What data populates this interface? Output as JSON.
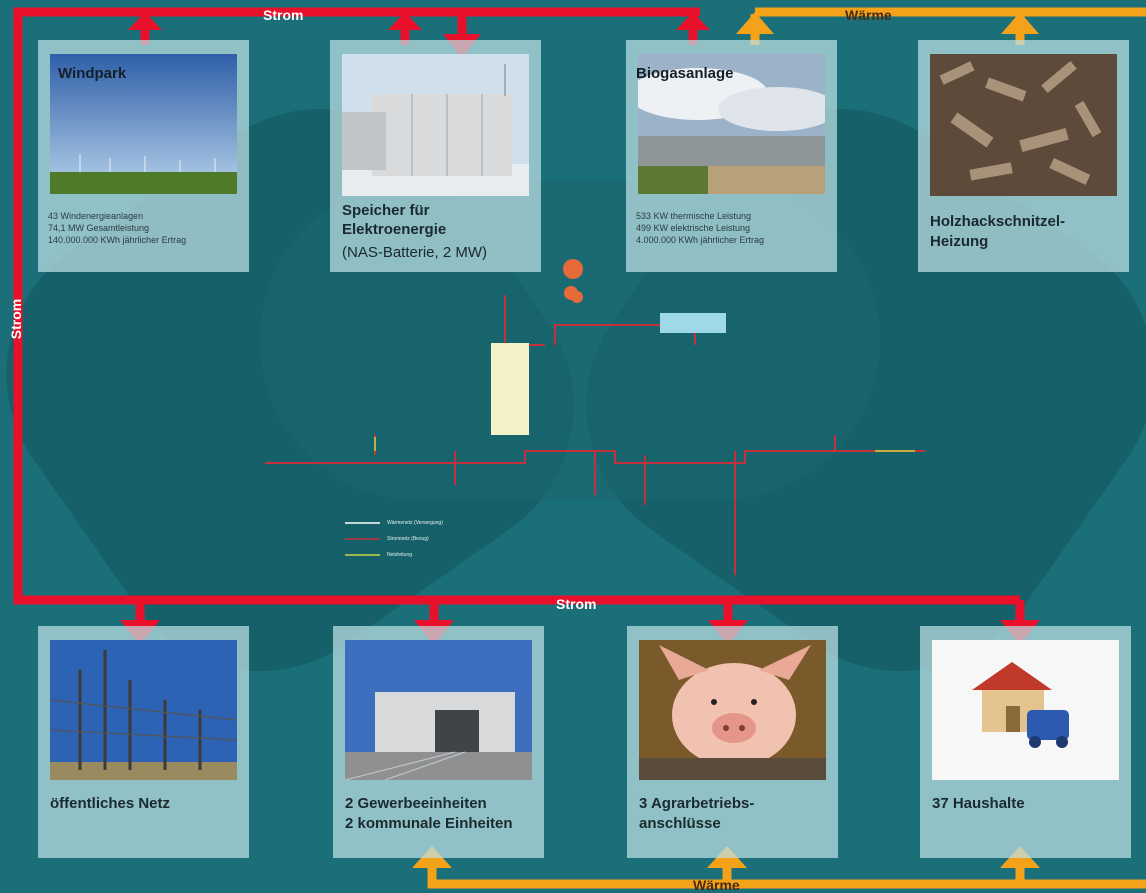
{
  "colors": {
    "background": "#1b6f78",
    "strom_arrow": "#e8102a",
    "waerme_arrow": "#f3a21a"
  },
  "flows": {
    "strom_top": "Strom",
    "strom_left": "Strom",
    "strom_bottom": "Strom",
    "waerme_top": "Wärme",
    "waerme_bottom": "Wärme"
  },
  "producers": [
    {
      "title": "Windpark",
      "details": [
        "43 Windenergieanlagen",
        "74,1 MW Gesamtleistung",
        "140.000.000 KWh jährlicher Ertrag"
      ]
    },
    {
      "title_line1": "Speicher für",
      "title_line2": "Elektroenergie",
      "subtitle": "(NAS-Batterie, 2 MW)"
    },
    {
      "title": "Biogasanlage",
      "details": [
        "533 KW thermische Leistung",
        "499 KW elektrische Leistung",
        "4.000.000 KWh jährlicher Ertrag"
      ]
    },
    {
      "title_line1": "Holzhackschnitzel-",
      "title_line2": "Heizung"
    }
  ],
  "consumers": [
    {
      "title": "öffentliches Netz"
    },
    {
      "title_line1": "2 Gewerbeeinheiten",
      "title_line2": "2 kommunale Einheiten"
    },
    {
      "title_line1": "3 Agrarbetriebs-",
      "title_line2": "anschlüsse"
    },
    {
      "title": "37 Haushalte"
    }
  ],
  "map_legend": [
    "Wärmenetz (Versorgung)",
    "Stromnetz (Bezug)",
    "Netzleitung"
  ],
  "photos": {
    "windpark": "wind-turbine-field-photo",
    "speicher": "battery-container-photo",
    "biogas": "biogas-plant-photo",
    "holz": "wood-chips-photo",
    "netz": "substation-photo",
    "gewerbe": "industrial-building-photo",
    "agrar": "pig-photo",
    "haushalte": "house-and-car-photo"
  }
}
